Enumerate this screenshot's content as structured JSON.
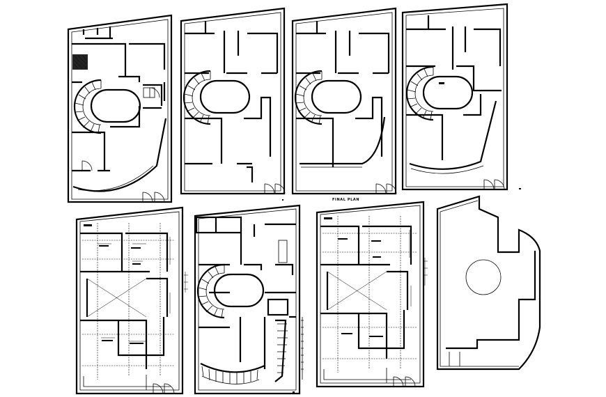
{
  "drawing": {
    "sheet_title": "FINAL PLAN",
    "plans": [
      {
        "id": "plan-1",
        "row": "top",
        "kind": "furnished"
      },
      {
        "id": "plan-2",
        "row": "top",
        "kind": "wall-layout"
      },
      {
        "id": "plan-3",
        "row": "top",
        "kind": "wall-layout"
      },
      {
        "id": "plan-4",
        "row": "top",
        "kind": "wall-layout"
      },
      {
        "id": "plan-5",
        "row": "bottom",
        "kind": "dimensioned"
      },
      {
        "id": "plan-6",
        "row": "bottom",
        "kind": "wall-layout"
      },
      {
        "id": "plan-7",
        "row": "bottom",
        "kind": "dimensioned"
      },
      {
        "id": "plan-8",
        "row": "bottom",
        "kind": "roof-outline"
      }
    ],
    "colors": {
      "ink": "#000000",
      "paper": "#ffffff"
    }
  }
}
